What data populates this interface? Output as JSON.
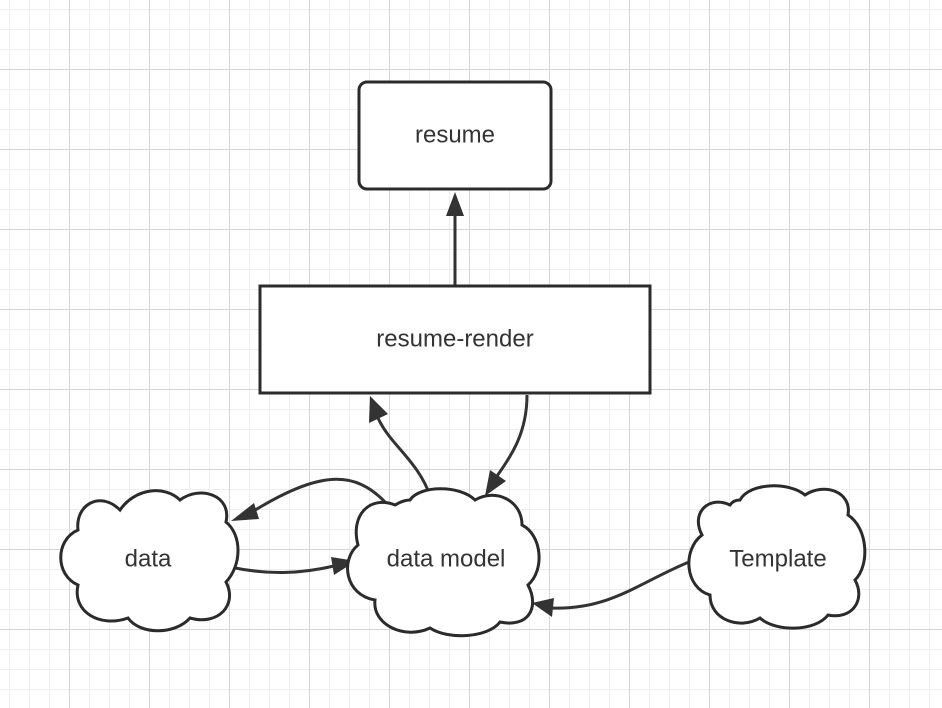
{
  "diagram": {
    "nodes": {
      "resume": {
        "label": "resume",
        "shape": "rounded-rectangle"
      },
      "resume_render": {
        "label": "resume-render",
        "shape": "rectangle"
      },
      "data": {
        "label": "data",
        "shape": "cloud"
      },
      "data_model": {
        "label": "data model",
        "shape": "cloud"
      },
      "template": {
        "label": "Template",
        "shape": "cloud"
      }
    },
    "edges": [
      {
        "from": "resume-render",
        "to": "resume"
      },
      {
        "from": "data model",
        "to": "resume-render"
      },
      {
        "from": "resume-render",
        "to": "data model"
      },
      {
        "from": "data model",
        "to": "data"
      },
      {
        "from": "data",
        "to": "data model"
      },
      {
        "from": "Template",
        "to": "data model"
      }
    ],
    "colors": {
      "stroke": "#2b2b2b",
      "text": "#333333",
      "background": "#ffffff",
      "grid": "#d6d6d6"
    }
  }
}
